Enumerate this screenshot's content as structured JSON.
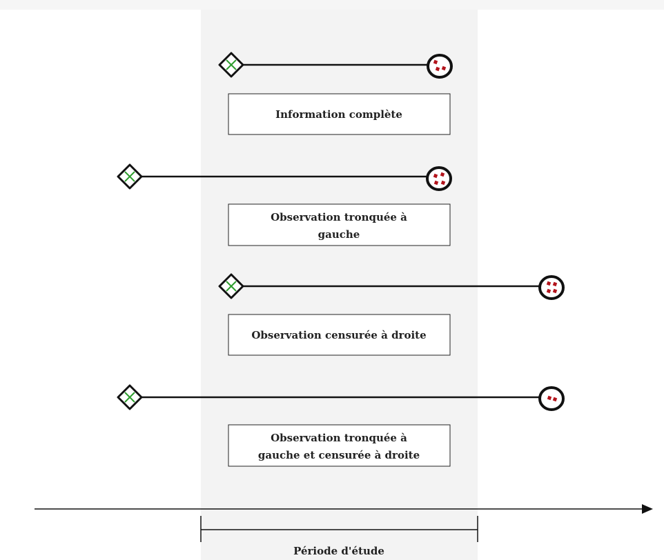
{
  "colors": {
    "study_band": "#f3f3f3",
    "line": "#111111",
    "start_marker_stroke": "#111111",
    "start_marker_cross": "#2e9d2e",
    "end_marker_stroke": "#111111",
    "end_marker_dots": "#b3141c"
  },
  "icons": {
    "start": "diamond-with-cross-icon",
    "end": "circle-with-dots-icon"
  },
  "observations": [
    {
      "id": "complete",
      "label_lines": [
        "Information complète"
      ]
    },
    {
      "id": "left-truncated",
      "label_lines": [
        "Observation tronquée à",
        "gauche"
      ]
    },
    {
      "id": "right-censored",
      "label_lines": [
        "Observation censurée à droite"
      ]
    },
    {
      "id": "left-truncated-right-censored",
      "label_lines": [
        "Observation tronquée à",
        "gauche et censurée à droite"
      ]
    }
  ],
  "study_period": {
    "label": "Période d'étude"
  }
}
